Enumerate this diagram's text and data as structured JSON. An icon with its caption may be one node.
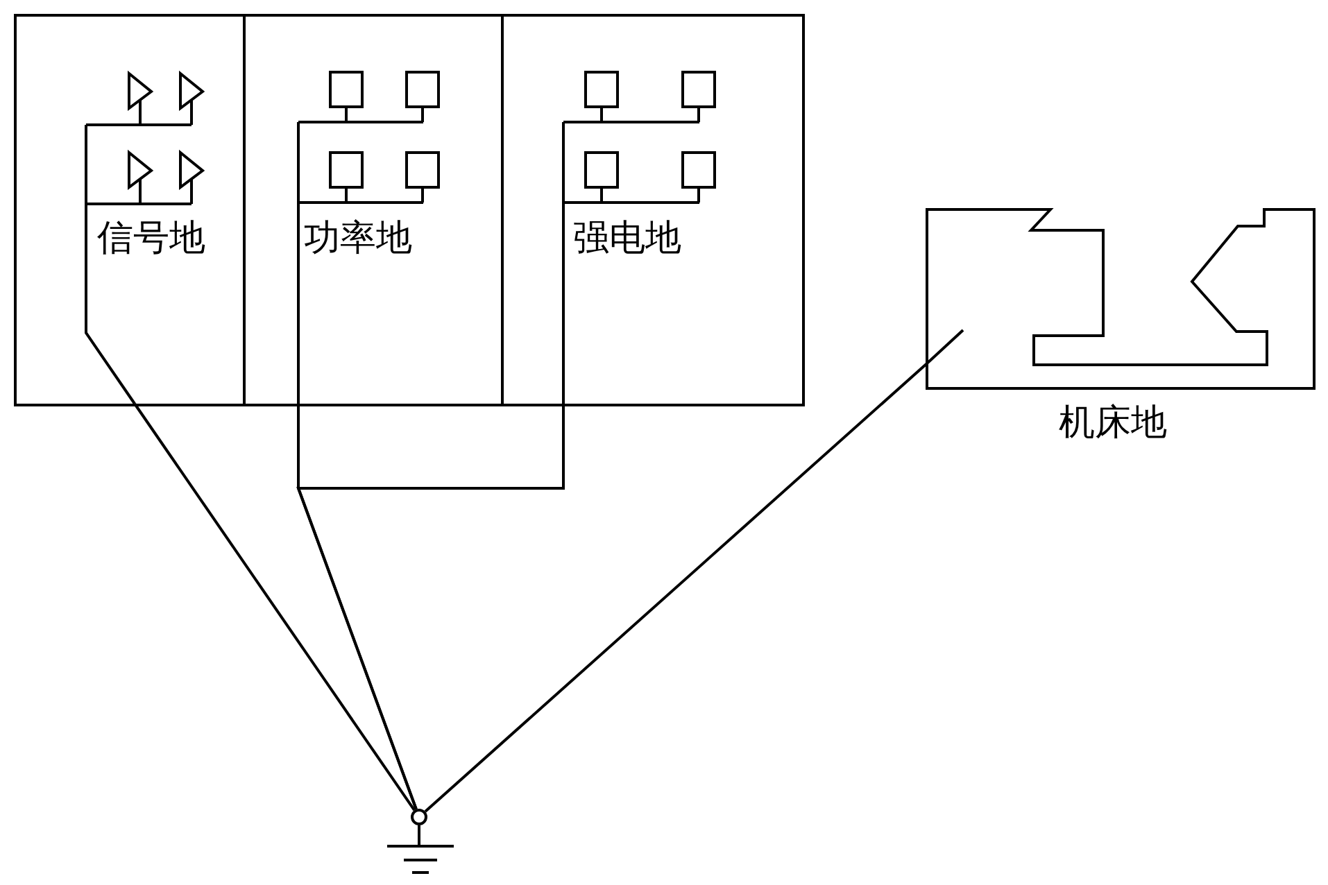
{
  "diagram": {
    "nodes": [
      {
        "text": [
          "信号地"
        ]
      },
      {
        "text": [
          "功率地"
        ]
      },
      {
        "text": [
          "强电地"
        ]
      },
      {
        "text": [
          "机床地"
        ]
      },
      {
        "text": [],
        "shape": "circle"
      }
    ],
    "edges": [
      {
        "from": 0,
        "to": 4,
        "arrow": "none"
      },
      {
        "from": 1,
        "to": 4,
        "arrow": "none"
      },
      {
        "from": 2,
        "to": 4,
        "arrow": "none"
      },
      {
        "from": 3,
        "to": 4,
        "arrow": "none"
      }
    ]
  }
}
